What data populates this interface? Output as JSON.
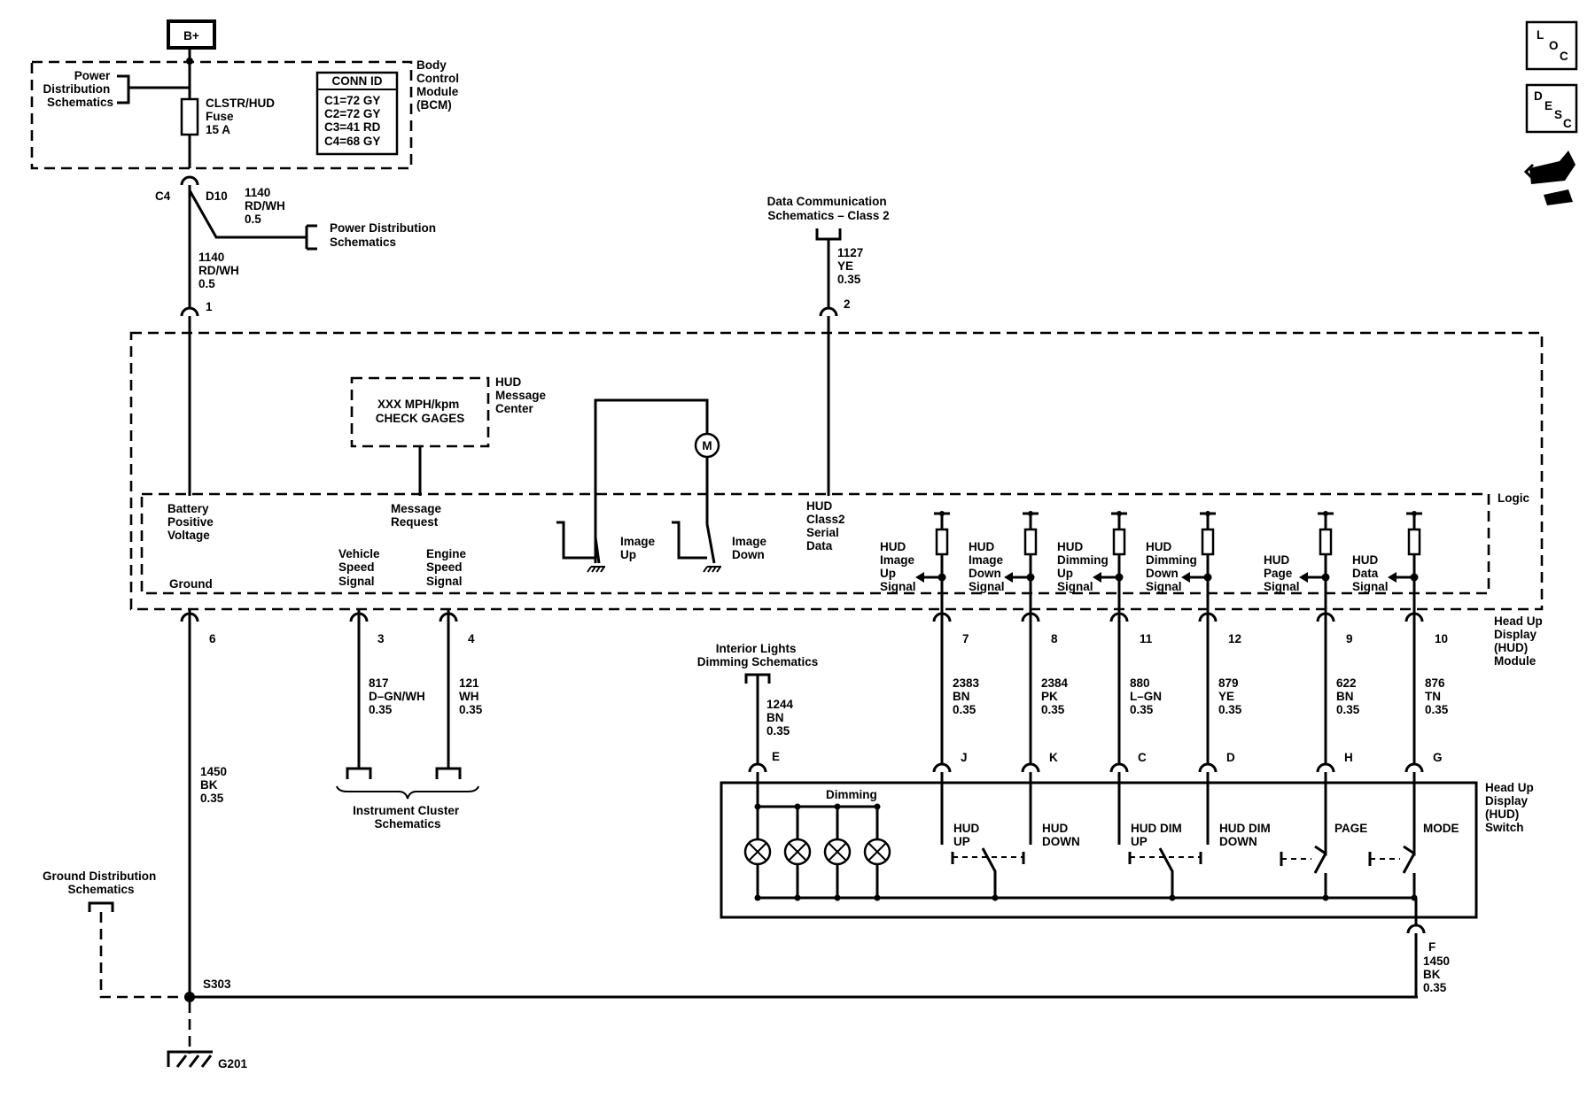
{
  "top_feed": "B+",
  "bcm": {
    "title": [
      "Body",
      "Control",
      "Module",
      "(BCM)"
    ],
    "power_dist": [
      "Power",
      "Distribution",
      "Schematics"
    ],
    "fuse": [
      "CLSTR/HUD",
      "Fuse",
      "15 A"
    ],
    "conn_id_header": "CONN ID",
    "conn_ids": [
      "C1=72 GY",
      "C2=72 GY",
      "C3=41 RD",
      "C4=68 GY"
    ],
    "connector": "C4",
    "pin": "D10"
  },
  "power_branch": {
    "wire": [
      "1140",
      "RD/WH",
      "0.5"
    ],
    "ref": [
      "Power Distribution",
      "Schematics"
    ]
  },
  "wire_1140": [
    "1140",
    "RD/WH",
    "0.5"
  ],
  "data_comm": {
    "ref": [
      "Data Communication",
      "Schematics – Class 2"
    ],
    "wire": [
      "1127",
      "YE",
      "0.35"
    ],
    "pin": "2"
  },
  "hud_module": {
    "title": [
      "Head Up",
      "Display",
      "(HUD)",
      "Module"
    ],
    "logic_label": "Logic",
    "message_box": [
      "XXX MPH/kpm",
      "CHECK GAGES"
    ],
    "message_center": [
      "HUD",
      "Message",
      "Center"
    ],
    "motor_symbol": "M",
    "inner": {
      "battery": [
        "Battery",
        "Positive",
        "Voltage"
      ],
      "ground": "Ground",
      "message_request": [
        "Message",
        "Request"
      ],
      "vehicle_speed": [
        "Vehicle",
        "Speed",
        "Signal"
      ],
      "engine_speed": [
        "Engine",
        "Speed",
        "Signal"
      ],
      "image_up": [
        "Image",
        "Up"
      ],
      "image_down": [
        "Image",
        "Down"
      ],
      "class2": [
        "HUD",
        "Class2",
        "Serial",
        "Data"
      ]
    },
    "signals": [
      {
        "label": [
          "HUD",
          "Image",
          "Up",
          "Signal"
        ],
        "pin": "7",
        "wire": [
          "2383",
          "BN",
          "0.35"
        ],
        "switch_pin": "J"
      },
      {
        "label": [
          "HUD",
          "Image",
          "Down",
          "Signal"
        ],
        "pin": "8",
        "wire": [
          "2384",
          "PK",
          "0.35"
        ],
        "switch_pin": "K"
      },
      {
        "label": [
          "HUD",
          "Dimming",
          "Up",
          "Signal"
        ],
        "pin": "11",
        "wire": [
          "880",
          "L–GN",
          "0.35"
        ],
        "switch_pin": "C"
      },
      {
        "label": [
          "HUD",
          "Dimming",
          "Down",
          "Signal"
        ],
        "pin": "12",
        "wire": [
          "879",
          "YE",
          "0.35"
        ],
        "switch_pin": "D"
      },
      {
        "label": [
          "HUD",
          "Page",
          "Signal"
        ],
        "pin": "9",
        "wire": [
          "622",
          "BN",
          "0.35"
        ],
        "switch_pin": "H"
      },
      {
        "label": [
          "HUD",
          "Data",
          "Signal"
        ],
        "pin": "10",
        "wire": [
          "876",
          "TN",
          "0.35"
        ],
        "switch_pin": "G"
      }
    ]
  },
  "pins": {
    "p1": "1",
    "p6": "6",
    "p3": "3",
    "p4": "4"
  },
  "wire_817": [
    "817",
    "D–GN/WH",
    "0.35"
  ],
  "wire_121": [
    "121",
    "WH",
    "0.35"
  ],
  "wire_1450_left": [
    "1450",
    "BK",
    "0.35"
  ],
  "instrument_cluster": [
    "Instrument Cluster",
    "Schematics"
  ],
  "interior_lights": {
    "ref": [
      "Interior Lights",
      "Dimming Schematics"
    ],
    "wire": [
      "1244",
      "BN",
      "0.35"
    ],
    "pin": "E"
  },
  "hud_switch": {
    "title": [
      "Head Up",
      "Display",
      "(HUD)",
      "Switch"
    ],
    "dimming": "Dimming",
    "labels": [
      [
        "HUD",
        "UP"
      ],
      [
        "HUD",
        "DOWN"
      ],
      [
        "HUD DIM",
        "UP"
      ],
      [
        "HUD DIM",
        "DOWN"
      ],
      [
        "PAGE"
      ],
      [
        "MODE"
      ]
    ],
    "ground_pin": "F",
    "ground_wire": [
      "1450",
      "BK",
      "0.35"
    ]
  },
  "ground": {
    "ref": [
      "Ground Distribution",
      "Schematics"
    ],
    "splice": "S303",
    "point": "G201"
  },
  "side_icons": {
    "loc": [
      "L",
      "O",
      "C"
    ],
    "desc": [
      "D",
      "E",
      "S",
      "C"
    ],
    "connector_icon": "connector-icon"
  }
}
